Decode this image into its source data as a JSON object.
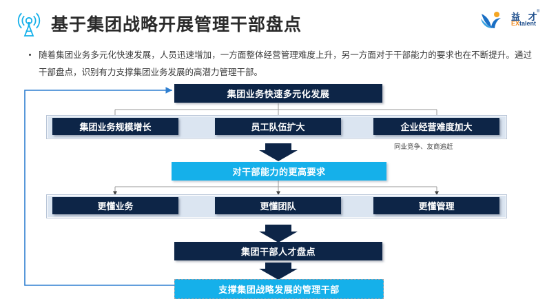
{
  "header": {
    "icon": "broadcast-tower-icon",
    "title": "基于集团战略开展管理干部盘点",
    "accent_color": "#15b0ea",
    "logo": {
      "cn": "益 才",
      "registered": "®",
      "en_prefix": "EX",
      "en_suffix": "talent",
      "mark": "person-wave-logo-icon"
    }
  },
  "body": {
    "bullet": "随着集团业务多元化快速发展，人员迅速增加，一方面整体经营管理难度上升，另一方面对于干部能力的要求也在不断提升。通过干部盘点，识别有力支撑集团业务发展的高潜力管理干部。"
  },
  "diagram": {
    "top_box": "集团业务快速多元化发展",
    "drivers": [
      "集团业务规模增长",
      "员工队伍扩大",
      "企业经营难度加大"
    ],
    "side_note": "同业竞争、友商追赶",
    "requirement_box": "对干部能力的更高要求",
    "capabilities": [
      "更懂业务",
      "更懂团队",
      "更懂管理"
    ],
    "review_box": "集团干部人才盘点",
    "outcome_box": "支撑集团战略发展的管理干部",
    "colors": {
      "navy": "#0d2547",
      "cyan": "#15b0ea",
      "band": "#dbe5f1",
      "loop_line": "#2f7fd0",
      "connector": "#9a9a9a"
    }
  }
}
